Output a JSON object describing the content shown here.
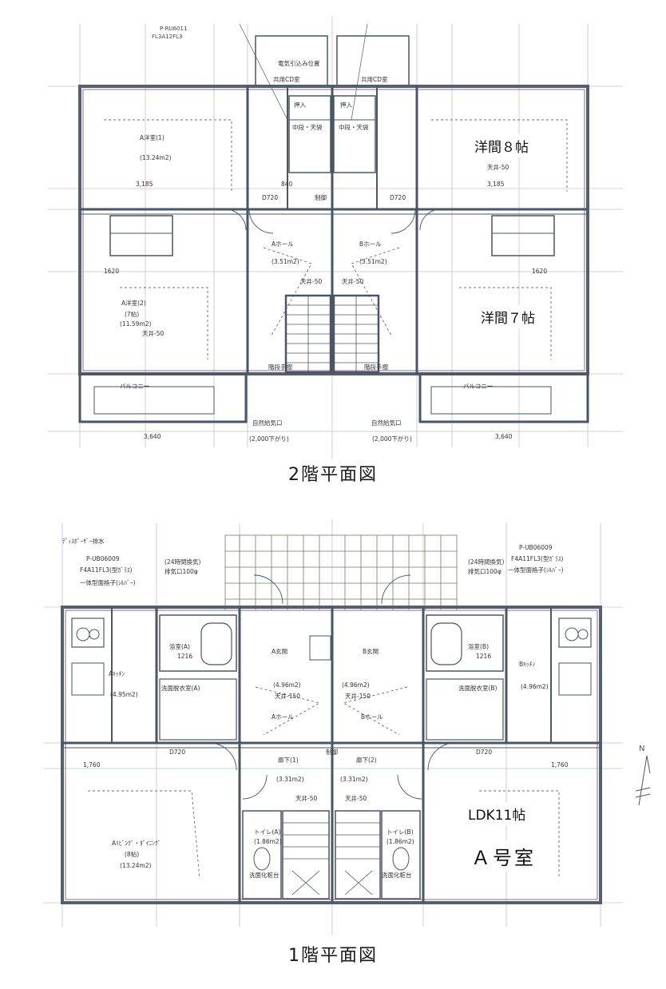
{
  "floor2": {
    "caption": "2階平面図",
    "header_code": "P-RU6011",
    "header_fl": "FL3A12FL3",
    "labels": {
      "denki": "電気引込み位置",
      "koyo_l": "共用CD室",
      "koyo_r": "共用CD室",
      "room_a1": "A洋室(1)",
      "room_a1_area": "(13.24m2)",
      "room_a2": "A洋室(2)",
      "room_a2_sub": "(7帖)",
      "room_a2_area": "(11.59m2)",
      "hall_a": "Aホール",
      "hall_a_area": "(3.51m2)",
      "hall_b": "Bホール",
      "hall_b_area": "(3.51m2)",
      "hall_a_ceil": "天井-50",
      "hall_b_ceil": "天井-50",
      "kasen": "中段・天袋",
      "kasen_r": "中段・天袋",
      "oshi": "押入",
      "oshi_r": "押入",
      "balcony_l": "バルコニー",
      "balcony_r": "バルコニー",
      "stair_l": "階段手摺",
      "stair_r": "階段手摺",
      "drain_l": "自然給気口",
      "drain_r": "自然給気口",
      "drain_l_sub": "(2,000下がり)",
      "drain_r_sub": "(2,000下がり)",
      "dim_3185": "3,185",
      "dim_3185_r": "3,185",
      "dim_840": "840",
      "dim_1620": "1620",
      "dim_1620_r": "1620",
      "dim_3640": "3,640",
      "dim_3640_r": "3,640",
      "d0720": "D720",
      "d0720_r": "D720",
      "seigyo": "制御",
      "tenjo": "天井-50",
      "tenjo_r": "天井-50"
    },
    "stamps": {
      "yoma8": "洋間８帖",
      "yoma7": "洋間７帖"
    }
  },
  "floor1": {
    "caption": "1階平面図",
    "labels": {
      "ps_l": "ﾃﾞｨｽﾎﾟｰｻﾞｰ排水",
      "pipe_l": "P-UB06009",
      "fl_l": "F4A11FL3(型ｶﾞﾗｽ)",
      "pipe_r": "P-UB06009",
      "fl_r": "F4A11FL3(型ｶﾞﾗｽ)",
      "ittai_l": "一体型面格子(ｼﾙﾊﾞｰ)",
      "ittai_r": "一体型面格子(ｼﾙﾊﾞｰ)",
      "bath_a": "浴室(A)",
      "bath_b": "浴室(B)",
      "bath_size": "1216",
      "bath_size_r": "1216",
      "genkan_a": "A玄関",
      "genkan_b": "B玄関",
      "kitchen_a": "Aｷｯﾁﾝ",
      "kitchen_a_area": "(4.95m2)",
      "kitchen_b": "Bｷｯﾁﾝ",
      "kitchen_b_area": "(4.96m2)",
      "senmen_a": "洗面脱衣室(A)",
      "senmen_b": "洗面脱衣室(B)",
      "hall_a": "Aホール",
      "hall_b": "Bホール",
      "hall_a_area": "(4.96m2)",
      "hall_b_area": "(4.96m2)",
      "rouka1": "廊下(1)",
      "rouka2": "廊下(2)",
      "rouka1_area": "(3.31m2)",
      "rouka2_area": "(3.31m2)",
      "ldk_a": "Aﾘﾋﾞﾝｸﾞ・ﾀﾞｲﾆﾝｸﾞ",
      "ldk_a_sub": "(8帖)",
      "ldk_a_area": "(13.24m2)",
      "toilet_a": "トイレ(A)",
      "toilet_b": "トイレ(B)",
      "toilet_area": "(1.86m2)",
      "toilet_area_r": "(1.86m2)",
      "tenjo": "天井-50",
      "tenjo2": "天井-50",
      "tenjo3": "天井-150",
      "tenjo4": "天井-150",
      "dim_1760": "1,760",
      "dim_1760_r": "1,760",
      "d0720": "D720",
      "d0720_r": "D720",
      "kyuki_l": "(24時間換気)",
      "kyuki_r": "(24時間換気)",
      "kyuki_l2": "排気口100φ",
      "kyuki_r2": "排気口100φ",
      "seigyo": "制御",
      "shuno": "洗面化粧台",
      "shuno_r": "洗面化粧台"
    },
    "stamps": {
      "ldk11": "LDK11帖",
      "a_room": "Ａ号室"
    },
    "compass_letter": "N"
  },
  "colors": {
    "line": "#3d3d3d",
    "wall": "#4a5566",
    "grid_red": "#d07f8a",
    "grid_blue": "#7d8fd6",
    "grid_green": "#6fa07a",
    "text": "#333333"
  }
}
